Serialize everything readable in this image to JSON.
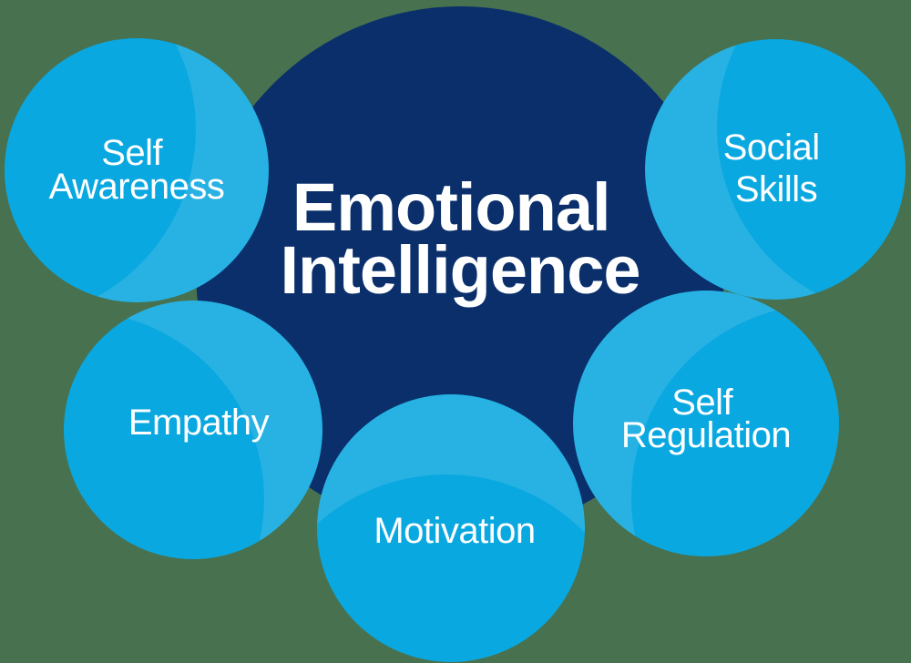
{
  "diagram": {
    "title": "Emotional Intelligence",
    "center": {
      "line1": "Emotional",
      "line2": "Intelligence"
    },
    "satellites": [
      {
        "name": "Self Awareness",
        "line1": "Self",
        "line2": "Awareness"
      },
      {
        "name": "Social Skills",
        "line1": "Social",
        "line2": "Skills"
      },
      {
        "name": "Empathy",
        "line1": "Empathy",
        "line2": ""
      },
      {
        "name": "Motivation",
        "line1": "Motivation",
        "line2": ""
      },
      {
        "name": "Self Regulation",
        "line1": "Self",
        "line2": "Regulation"
      }
    ]
  },
  "colors": {
    "background": "#48714F",
    "center_circle": "#0A2F6B",
    "satellite_circle": "#0AA8E0",
    "highlight": "#FFFFFF",
    "text": "#FFFFFF"
  }
}
